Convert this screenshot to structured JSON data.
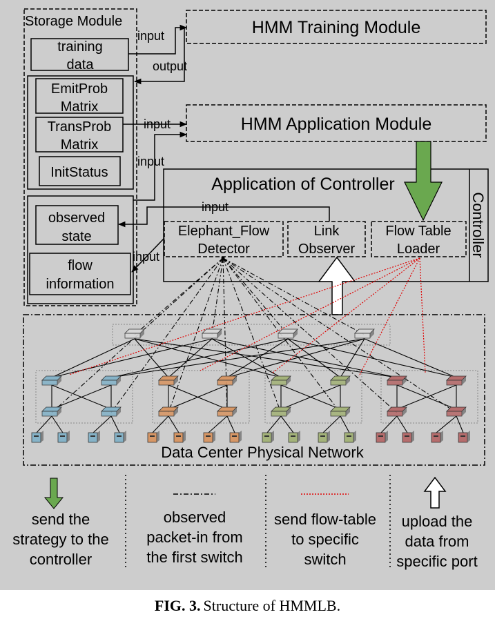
{
  "storage": {
    "title": "Storage Module",
    "training_data": [
      "training",
      "data"
    ],
    "emit_prob": [
      "EmitProb",
      "Matrix"
    ],
    "trans_prob": [
      "TransProb",
      "Matrix"
    ],
    "init_status": "InitStatus",
    "observed_state": [
      "observed",
      "state"
    ],
    "flow_information": [
      "flow",
      "information"
    ]
  },
  "hmm_training": "HMM Training Module",
  "hmm_application": "HMM Application Module",
  "controller": {
    "title": "Application of Controller",
    "side_label": "Controller",
    "elephant": [
      "Elephant_Flow",
      "Detector"
    ],
    "link_observer": [
      "Link",
      "Observer"
    ],
    "flow_table_loader": [
      "Flow Table",
      "Loader"
    ]
  },
  "arrow_labels": {
    "input_1": "input",
    "output": "output",
    "input_2": "input",
    "input_3": "input",
    "input_4": "input",
    "input_5": "input"
  },
  "network": {
    "label": "Data Center Physical Network",
    "pod_colors": [
      "#86b3c8",
      "#d79766",
      "#a4b37a",
      "#b66d6d"
    ],
    "core_color": "#d8d8d8"
  },
  "legend": [
    {
      "icon": "green-arrow",
      "lines": [
        "send the",
        "strategy to the",
        "controller"
      ]
    },
    {
      "icon": "dashdot-line",
      "lines": [
        "observed",
        "packet-in from",
        "the first switch"
      ]
    },
    {
      "icon": "red-dotted-line",
      "lines": [
        "send flow-table",
        "to specific",
        "switch"
      ]
    },
    {
      "icon": "hollow-arrow",
      "lines": [
        "upload the",
        "data from",
        "specific port"
      ]
    }
  ],
  "caption": {
    "label": "FIG. 3.",
    "text": "Structure of HMMLB."
  },
  "colors": {
    "background": "#cdcdcd",
    "green_arrow": "#6aa84f",
    "red_line": "#e00000"
  }
}
